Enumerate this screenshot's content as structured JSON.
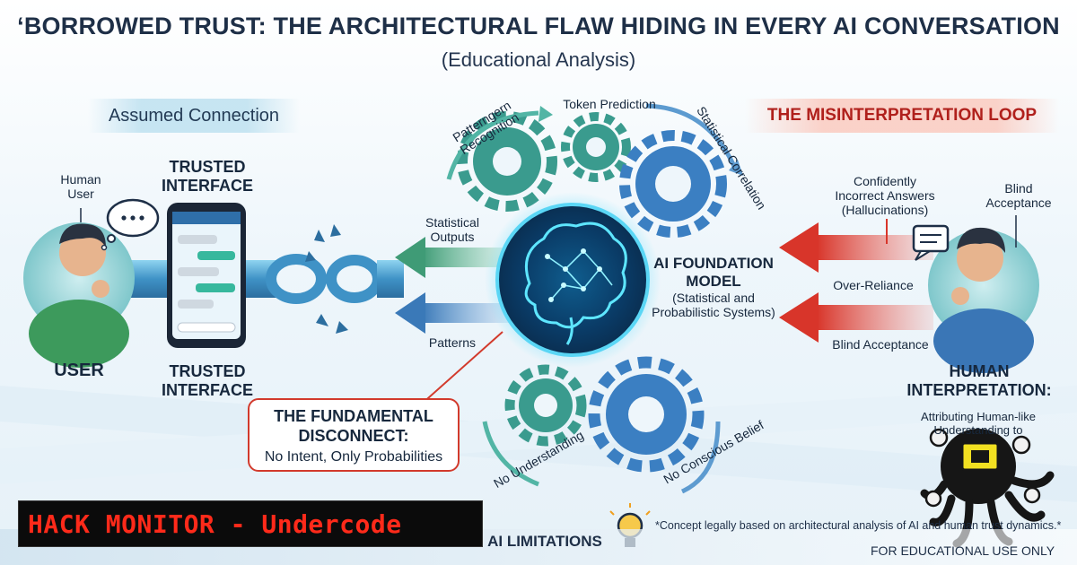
{
  "title": "‘BORROWED TRUST: THE ARCHITECTURAL FLAW HIDING IN EVERY AI CONVERSATION",
  "subtitle": "(Educational Analysis)",
  "left": {
    "banner": "Assumed Connection",
    "human_user": "Human\nUser",
    "trusted_interface_top": "TRUSTED\nINTERFACE",
    "user_label": "USER",
    "trusted_interface_bottom": "TRUSTED\nINTERFACE"
  },
  "center": {
    "gear_labels": [
      "Patterngern Recognition",
      "Token Prediction",
      "Statistical Correlation"
    ],
    "statistical_outputs": "Statistical\nOutputs",
    "patterns": "Patterns",
    "model_title": "AI FOUNDATION\nMODEL",
    "model_sub": "(Statistical and\nProbabilistic Systems)",
    "bottom_gear_labels": [
      "No Understanding",
      "No Conscious Belief"
    ]
  },
  "right": {
    "banner": "THE MISINTERPRETATION LOOP",
    "confidently": "Confidently\nIncorrect Answers\n(Hallucinations)",
    "blind_top": "Blind\nAcceptance",
    "over_reliance": "Over-Reliance",
    "blind_bottom": "Blind Acceptance",
    "human_interpretation": "HUMAN\nINTERPRETATION:",
    "attributing": "Attributing Human-like\nUnderstanding to"
  },
  "disconnect": {
    "title": "THE FUNDAMENTAL\nDISCONNECT:",
    "sub": "No Intent, Only Probabilities"
  },
  "footer": {
    "hack_banner": "HACK MONITOR - Undercode",
    "hidden_text": "EDUCATIONAL VISUALIZATION - UNDERSTANDING AI LIMITATIONS",
    "note": "*Concept legally based on architectural analysis of AI and human trust dynamics.*",
    "edu_only": "FOR EDUCATIONAL USE ONLY"
  },
  "colors": {
    "navy": "#1e2f47",
    "red_accent": "#d23a2c",
    "teal_gear": "#3a9b8e",
    "blue_gear": "#3b7fc2",
    "brain_glow": "#36e0ff",
    "hack_red": "#ff2a1a"
  }
}
